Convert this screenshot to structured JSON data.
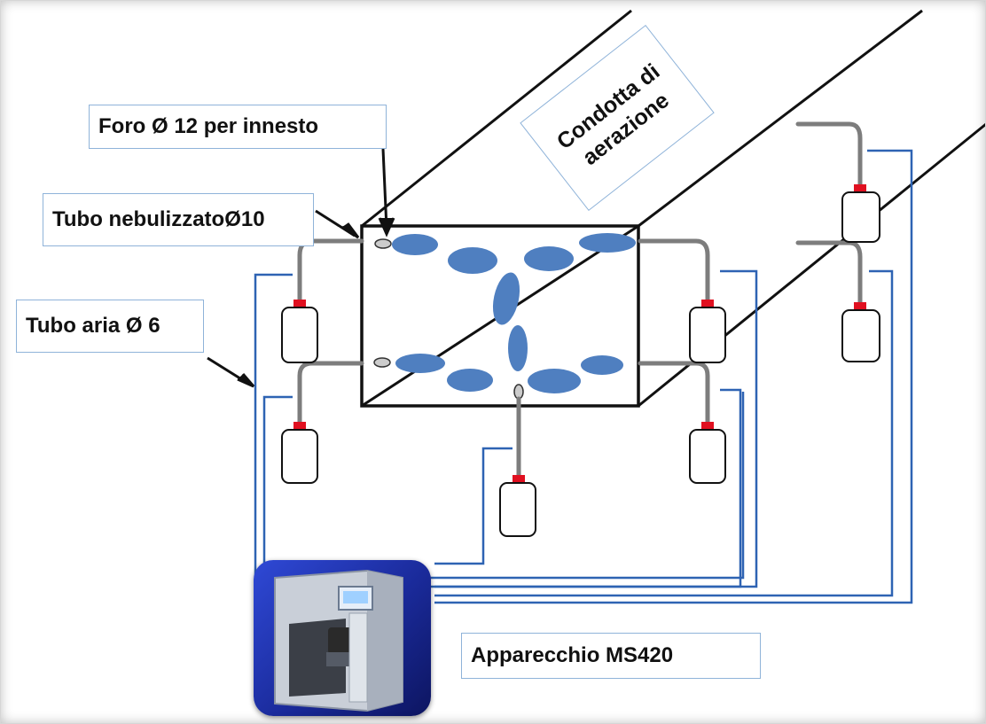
{
  "labels": {
    "foro": "Foro Ø 12 per innesto",
    "tubo_nebulizzato": "Tubo nebulizzatoØ10",
    "tubo_aria": "Tubo aria Ø 6",
    "condotta_line1": "Condotta di",
    "condotta_line2": "aerazione",
    "apparecchio": "Apparecchio MS420"
  },
  "colors": {
    "duct_line": "#111111",
    "air_tube": "#2e63b3",
    "mist_cloud": "#4f7fc0",
    "bottle_cap": "#e01020",
    "label_border": "#8fb3d9",
    "device_bg": "#2238b8"
  },
  "icons": {
    "device": "ms420-device-icon",
    "bottle": "nozzle-bottle-icon",
    "cloud": "mist-cloud-icon"
  }
}
